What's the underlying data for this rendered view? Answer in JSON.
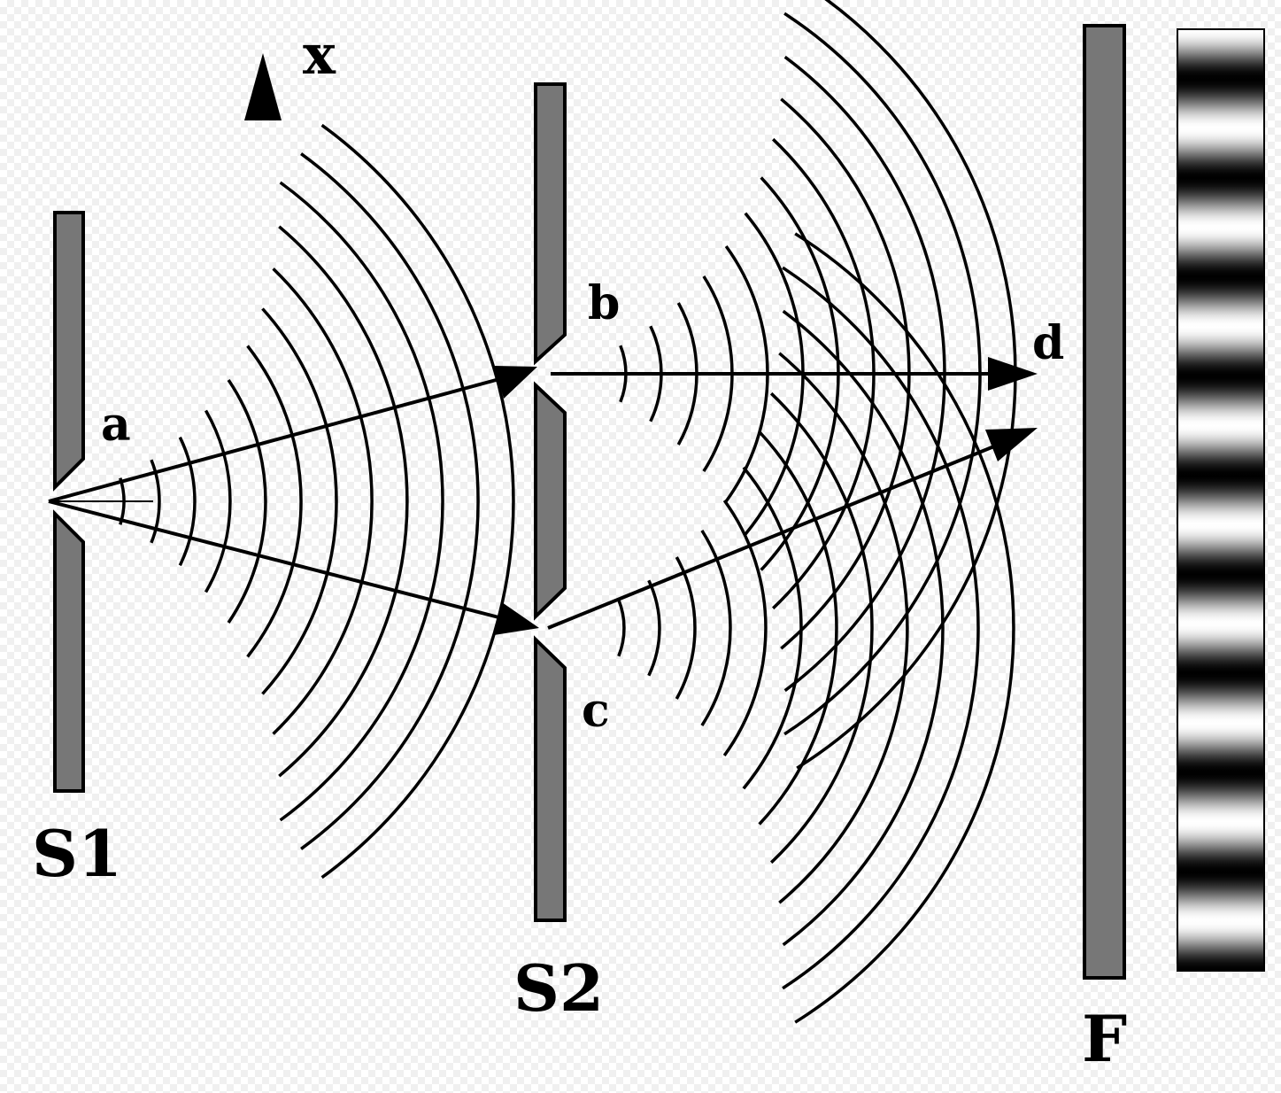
{
  "labels": {
    "axis": "x",
    "a": "a",
    "b": "b",
    "c": "c",
    "d": "d",
    "s1": "S1",
    "s2": "S2",
    "f": "F"
  },
  "colors": {
    "barrier": "#777777",
    "stroke": "#000000",
    "fringe_dark": "#000000",
    "fringe_light": "#ffffff"
  },
  "fringes": {
    "periods": 9.5
  }
}
